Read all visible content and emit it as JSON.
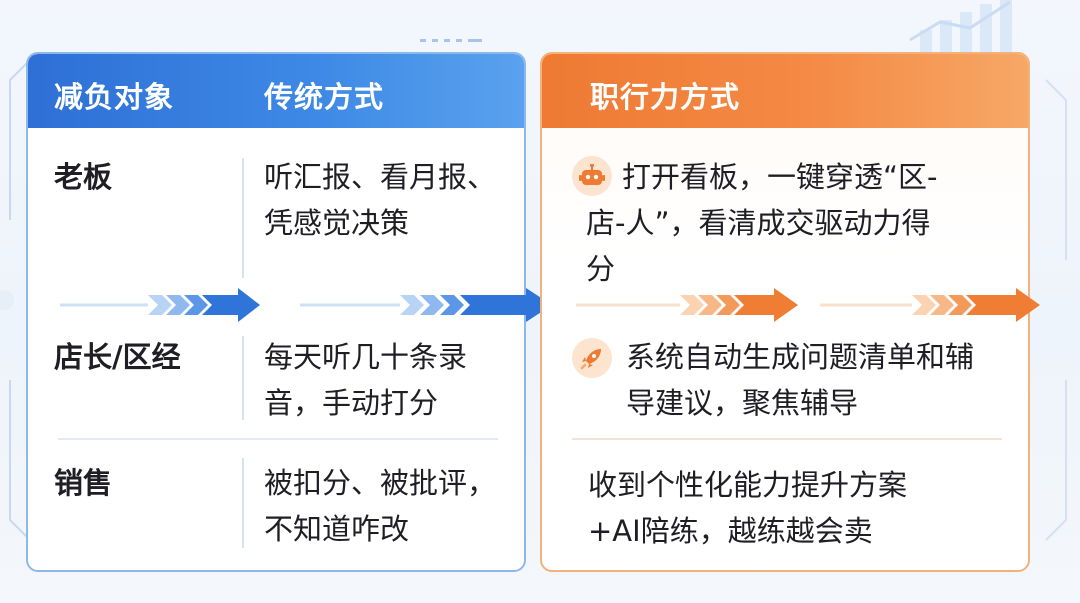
{
  "colors": {
    "blue_header": "#3f8ae6",
    "orange_header": "#f48a45",
    "blue_border": "#8fb8ea",
    "orange_border": "#f2b27c",
    "text": "#1e1e24"
  },
  "left": {
    "header_col1": "减负对象",
    "header_col2": "传统方式",
    "rows": [
      {
        "object": "老板",
        "traditional": [
          "听汇报、看月报、",
          "凭感觉决策"
        ]
      },
      {
        "object": "店长/区经",
        "traditional": [
          "每天听几十条录",
          "音，手动打分"
        ]
      },
      {
        "object": "销售",
        "traditional": [
          "被扣分、被批评，",
          "不知道咋改"
        ]
      }
    ]
  },
  "right": {
    "header": "职行力方式",
    "rows": [
      {
        "icon": "robot-icon",
        "text": [
          "打开看板，一键穿透“区-",
          "店-人”，看清成交驱动力得",
          "分"
        ]
      },
      {
        "icon": "rocket-icon",
        "text": [
          "系统自动生成问题清单和辅",
          "导建议，聚焦辅导"
        ]
      },
      {
        "icon": "",
        "text": [
          "收到个性化能力提升方案",
          "+AI陪练，越练越会卖"
        ]
      }
    ]
  }
}
